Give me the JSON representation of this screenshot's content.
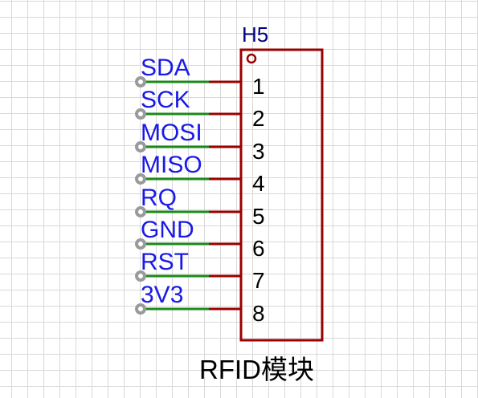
{
  "component": {
    "designator": "H5",
    "name": "RFID模块",
    "body_color": "#9b0000",
    "pin1_marker_color": "#9b0000",
    "pin_line_color": "#9b0000",
    "pin_number_color": "#000000",
    "designator_color": "#000080"
  },
  "nets": {
    "wire_color": "#1a8a1a",
    "terminal_color": "#9a9a9a",
    "label_color": "#1a1ae6"
  },
  "pins": [
    {
      "number": "1",
      "net": "SDA"
    },
    {
      "number": "2",
      "net": "SCK"
    },
    {
      "number": "3",
      "net": "MOSI"
    },
    {
      "number": "4",
      "net": "MISO"
    },
    {
      "number": "5",
      "net": "RQ"
    },
    {
      "number": "6",
      "net": "GND"
    },
    {
      "number": "7",
      "net": "RST"
    },
    {
      "number": "8",
      "net": "3V3"
    }
  ]
}
